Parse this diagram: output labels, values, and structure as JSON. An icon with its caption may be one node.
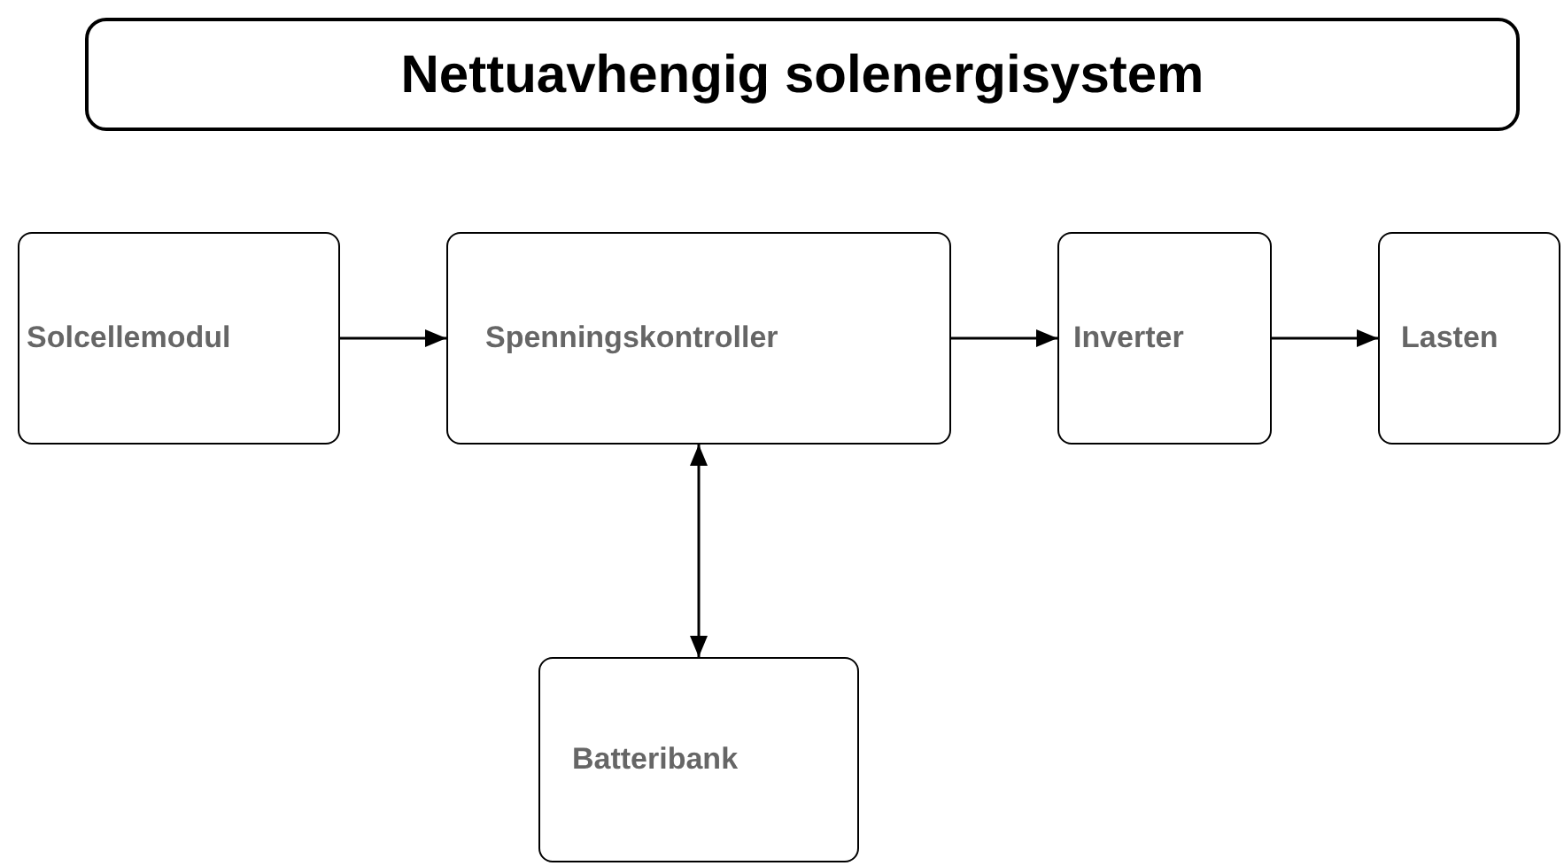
{
  "diagram": {
    "title": "Nettuavhengig solenergisystem",
    "nodes": [
      {
        "text": [
          "Solcellemodul"
        ]
      },
      {
        "text": [
          "Spenningskontroller"
        ]
      },
      {
        "text": [
          "Inverter"
        ]
      },
      {
        "text": [
          "Lasten"
        ]
      },
      {
        "text": [
          "Batteribank"
        ]
      }
    ],
    "edges": [
      {
        "from": 0,
        "to": 1,
        "arrow": "to"
      },
      {
        "from": 1,
        "to": 2,
        "arrow": "to"
      },
      {
        "from": 2,
        "to": 3,
        "arrow": "to"
      },
      {
        "from": 1,
        "to": 4,
        "arrow": "both"
      }
    ]
  }
}
